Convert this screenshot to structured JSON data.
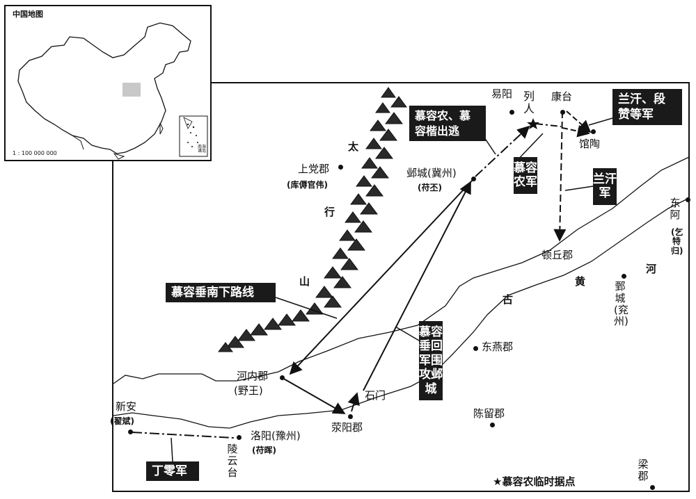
{
  "inset": {
    "title": "中国地图",
    "scale": "1 : 100 000 000",
    "south_sea_box_label": "南海诸岛"
  },
  "mountain": {
    "name": "太行山"
  },
  "river": {
    "name": "古黄河"
  },
  "places": {
    "yiyang": "易阳",
    "lieren": "列人",
    "kangtai": "康台",
    "guantao": "馆陶",
    "shangdang": "上党郡",
    "shangdang_holder": "(库傉官伟)",
    "yecheng": "邺城(冀州)",
    "yecheng_holder": "(苻丕)",
    "dunqiu": "顿丘郡",
    "donga": "东阿",
    "donga_holder": "(乞特归)",
    "juancheng": "鄄城(兖州)",
    "dongyan": "东燕郡",
    "chenliu": "陈留郡",
    "henei": "河内郡",
    "henei_holder": "(野王)",
    "shimen": "石门",
    "xingyang": "荥阳郡",
    "xinan": "新安",
    "xinan_holder": "(翟斌)",
    "luoyang": "洛阳(豫州)",
    "luoyang_holder": "(苻晖)",
    "lingyuntai": "陵云台",
    "liangjun": "梁郡"
  },
  "callouts": {
    "murong_nong_escape": "慕容农、慕容楷出逃",
    "lanhan_duanzan": "兰汗、段赞等军",
    "murong_nong_army": "慕容农军",
    "lanhan_army": "兰汗军",
    "murong_chui_south": "慕容垂南下路线",
    "murong_chui_return": "慕容垂回军围攻邺城",
    "dingling_army": "丁零军"
  },
  "legend": {
    "text": "★慕容农临时据点"
  },
  "colors": {
    "ink": "#111111",
    "box_fill": "#1a1a1a",
    "highlight": "#c8c8c8"
  }
}
